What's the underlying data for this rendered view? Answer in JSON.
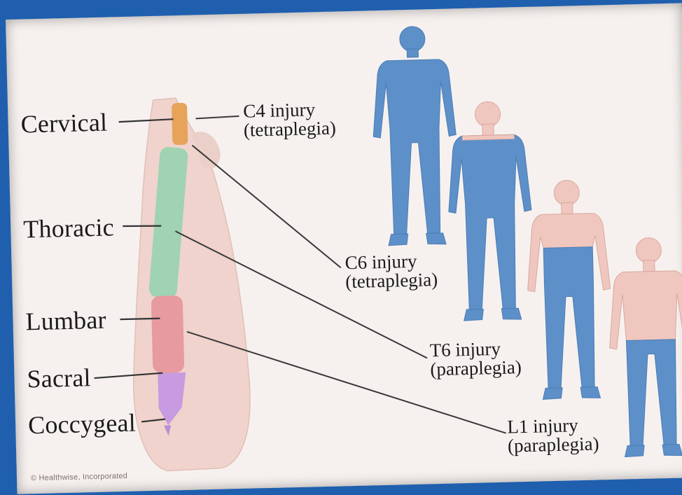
{
  "region_labels": {
    "cervical": "Cervical",
    "thoracic": "Thoracic",
    "lumbar": "Lumbar",
    "sacral": "Sacral",
    "coccygeal": "Coccygeal"
  },
  "injuries": [
    {
      "level": "C4 injury",
      "type": "(tetraplegia)"
    },
    {
      "level": "C6 injury",
      "type": "(tetraplegia)"
    },
    {
      "level": "T6 injury",
      "type": "(paraplegia)"
    },
    {
      "level": "L1 injury",
      "type": "(paraplegia)"
    }
  ],
  "credit": "© Healthwise, Incorporated",
  "colors": {
    "background": "#1f5fae",
    "panel": "#f6f1ef",
    "paralysis_blue": "#5d90c9",
    "skin": "#efc7bf",
    "cervical": "#e7a35a",
    "thoracic": "#9fd3b2",
    "lumbar": "#e79aa0",
    "sacral": "#c89be0"
  }
}
